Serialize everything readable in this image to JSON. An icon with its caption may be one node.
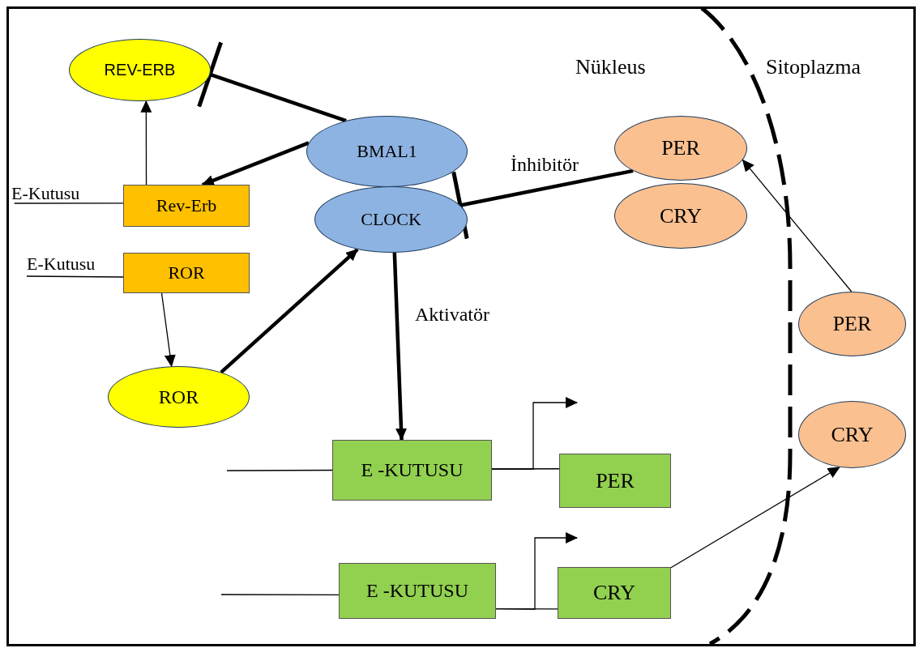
{
  "diagram": {
    "nodes": [
      {
        "text": [
          "REV-ERB"
        ]
      },
      {
        "text": [
          "BMAL1"
        ]
      },
      {
        "text": [
          "CLOCK"
        ]
      },
      {
        "text": [
          "Rev-Erb"
        ]
      },
      {
        "text": [
          "ROR"
        ]
      },
      {
        "text": [
          "ROR"
        ]
      },
      {
        "text": [
          "PER"
        ]
      },
      {
        "text": [
          "CRY"
        ]
      },
      {
        "text": [
          "PER"
        ]
      },
      {
        "text": [
          "CRY"
        ]
      },
      {
        "text": [
          "E -KUTUSU"
        ]
      },
      {
        "text": [
          "PER"
        ]
      },
      {
        "text": [
          "E -KUTUSU"
        ]
      },
      {
        "text": [
          "CRY"
        ]
      },
      {
        "text": [
          "E-Kutusu"
        ]
      },
      {
        "text": [
          "E-Kutusu"
        ]
      }
    ],
    "edges": [
      {
        "from": 3,
        "to": 0,
        "arrow": "to"
      },
      {
        "from": 1,
        "to": 3,
        "arrow": "to",
        "style": "thick"
      },
      {
        "from": 1,
        "to": 0,
        "arrow": "other",
        "style": "thick"
      },
      {
        "from": 4,
        "to": 5,
        "arrow": "to"
      },
      {
        "from": 5,
        "to": 2,
        "arrow": "to",
        "style": "thick"
      },
      {
        "from": 2,
        "to": 10,
        "arrow": "to",
        "style": "thick",
        "label": "Aktivatör"
      },
      {
        "from": 6,
        "to": 2,
        "arrow": "other",
        "style": "thick",
        "label": "İnhibitör"
      },
      {
        "from": 8,
        "to": 6,
        "arrow": "to"
      },
      {
        "from": 13,
        "to": 9,
        "arrow": "to"
      },
      {
        "from": 10,
        "to": 11,
        "arrow": "none"
      },
      {
        "from": 10,
        "to": null,
        "arrow": "to"
      },
      {
        "from": 12,
        "to": 13,
        "arrow": "none"
      },
      {
        "from": 12,
        "to": null,
        "arrow": "to"
      },
      {
        "from": null,
        "to": 10,
        "arrow": "none"
      },
      {
        "from": null,
        "to": 12,
        "arrow": "none"
      },
      {
        "from": 14,
        "to": 3,
        "arrow": "none"
      },
      {
        "from": 15,
        "to": 4,
        "arrow": "none"
      }
    ],
    "labels": [
      "Nükleus",
      "Sitoplazma"
    ]
  }
}
